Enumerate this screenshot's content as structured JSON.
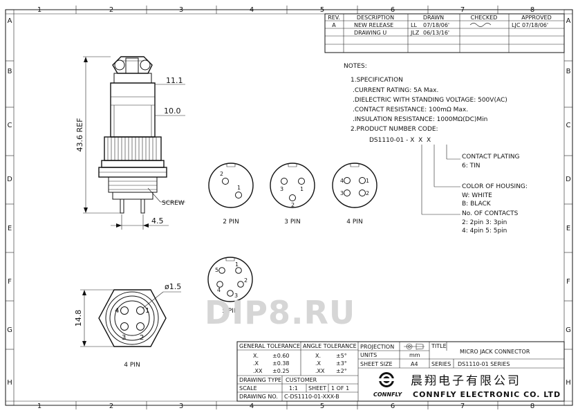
{
  "border": {
    "cols": [
      "1",
      "2",
      "3",
      "4",
      "5",
      "6",
      "7",
      "8"
    ],
    "rows": [
      "A",
      "B",
      "C",
      "D",
      "E",
      "F",
      "G",
      "H"
    ]
  },
  "revision_table": {
    "headers": [
      "REV.",
      "DESCRIPTION",
      "DRAWN",
      "CHECKED",
      "APPROVED"
    ],
    "rows": [
      {
        "rev": "A",
        "desc": "NEW RELEASE",
        "drawn_by": "LL",
        "drawn_date": "07/18/06'",
        "approved": "LJC 07/18/06'"
      },
      {
        "rev": "",
        "desc": "DRAWING U",
        "drawn_by": "JLZ",
        "drawn_date": "06/13/16'",
        "approved": ""
      }
    ]
  },
  "notes": {
    "title": "NOTES:",
    "spec_heading": "1.SPECIFICATION",
    "spec_lines": [
      ".CURRENT RATING: 5A Max.",
      ".DIELECTRIC WITH STANDING VOLTAGE: 500V(AC)",
      ".CONTACT RESISTANCE: 100mΩ Max.",
      ".INSULATION RESISTANCE: 1000MΩ(DC)Min"
    ],
    "pn_heading": "2.PRODUCT NUMBER CODE:",
    "pn_code": "DS1110-01 - X  X  X",
    "callouts": [
      {
        "title": "CONTACT PLATING",
        "lines": [
          "6: TIN"
        ]
      },
      {
        "title": "COLOR OF HOUSING:",
        "lines": [
          "W: WHITE",
          "B: BLACK"
        ]
      },
      {
        "title": "No. OF CONTACTS",
        "lines": [
          "2: 2pin 3: 3pin",
          "4: 4pin 5: 5pin"
        ]
      }
    ]
  },
  "side_view": {
    "dim_top": "11.1",
    "dim_body": "10.0",
    "dim_height": "43.6 REF",
    "dim_pins": "4.5",
    "screw_label": "SCREW"
  },
  "pin_views": [
    {
      "label": "2 PIN",
      "nums": [
        "2",
        "1"
      ]
    },
    {
      "label": "3 PIN",
      "nums": [
        "3",
        "1",
        "2"
      ]
    },
    {
      "label": "4 PIN",
      "nums": [
        "4",
        "1",
        "3",
        "2"
      ]
    },
    {
      "label": "5 PIN",
      "nums": [
        "5",
        "1",
        "4",
        "2",
        "3"
      ]
    }
  ],
  "front_view": {
    "label": "4 PIN",
    "dim_hole": "ø1.5",
    "dim_height": "14.8",
    "nums": [
      "4",
      "1",
      "3",
      "2"
    ]
  },
  "watermark": "DIP8.RU",
  "title_block": {
    "general_tolerance": {
      "title": "GENERAL TOLERANCE",
      "rows": [
        [
          "X.",
          "±0.60"
        ],
        [
          ".X",
          "±0.38"
        ],
        [
          ".XX",
          "±0.25"
        ]
      ]
    },
    "angle_tolerance": {
      "title": "ANGLE TOLERANCE",
      "rows": [
        [
          "X.",
          "±5°"
        ],
        [
          ".X",
          "±3°"
        ],
        [
          ".XX",
          "±2°"
        ]
      ]
    },
    "projection_label": "PROJECTION",
    "units_label": "UNITS",
    "units_value": "mm",
    "sheet_size_label": "SHEET SIZE",
    "sheet_size_value": "A4",
    "title_label": "TITLE",
    "title_value": "MICRO JACK CONNECTOR",
    "series_label": "SERIES",
    "series_value": "DS1110-01 SERIES",
    "drawing_type_label": "DRAWING TYPE",
    "drawing_type_value": "CUSTOMER",
    "scale_label": "SCALE",
    "scale_value": "1:1",
    "sheet_label": "SHEET",
    "sheet_value": "1 OF 1",
    "drawing_no_label": "DRAWING NO.",
    "drawing_no_value": "C-DS1110-01-XXX-B",
    "company_cn": "晨翔电子有限公司",
    "brand": "CONNFLY",
    "company_en": "CONNFLY ELECTRONIC CO. LTD"
  }
}
